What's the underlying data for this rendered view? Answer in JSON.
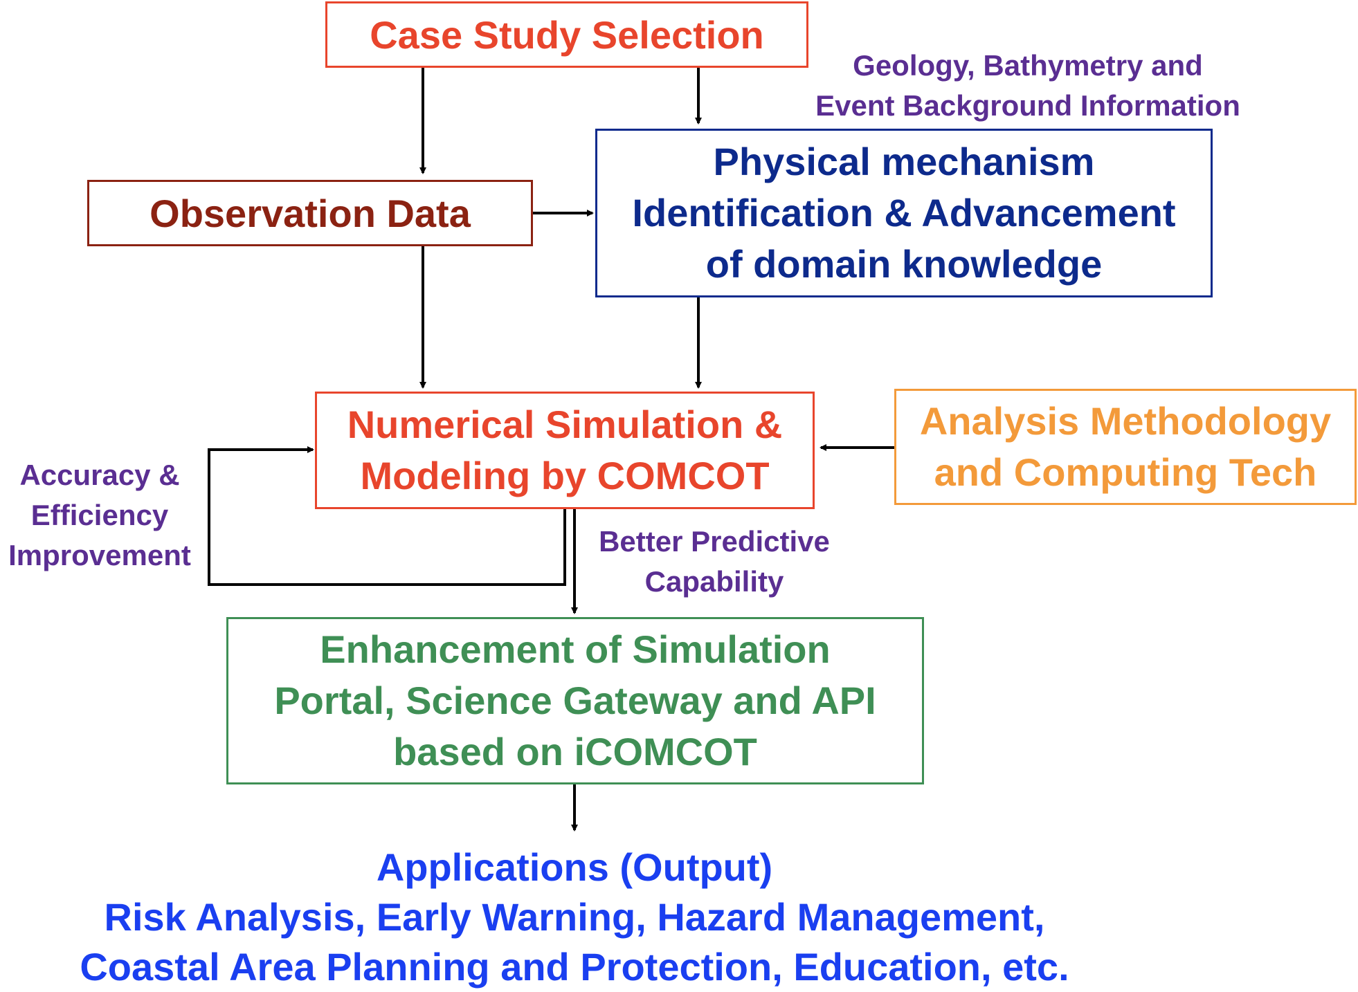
{
  "colors": {
    "case_study": "#e8452c",
    "observation": "#8b2212",
    "physical": "#0d2a8c",
    "numerical": "#e8452c",
    "analysis": "#f39a3a",
    "enhancement": "#3f8f55",
    "applications": "#1a3ff0",
    "annotation": "#5a2e92",
    "arrow": "#000000"
  },
  "boxes": {
    "case_study": {
      "lines": [
        "Case Study Selection"
      ]
    },
    "observation": {
      "lines": [
        "Observation Data"
      ]
    },
    "physical": {
      "lines": [
        "Physical mechanism",
        "Identification & Advancement",
        "of domain knowledge"
      ]
    },
    "numerical": {
      "lines": [
        "Numerical Simulation &",
        "Modeling by COMCOT"
      ]
    },
    "analysis": {
      "lines": [
        "Analysis Methodology",
        "and Computing Tech"
      ]
    },
    "enhancement": {
      "lines": [
        "Enhancement of Simulation",
        "Portal, Science Gateway and API",
        "based on iCOMCOT"
      ]
    }
  },
  "annotations": {
    "geology": [
      "Geology, Bathymetry and",
      "Event Background Information"
    ],
    "accuracy": [
      "Accuracy &",
      "Efficiency",
      "Improvement"
    ],
    "predictive": [
      "Better Predictive",
      "Capability"
    ]
  },
  "applications": {
    "title": "Applications (Output)",
    "lines": [
      "Risk Analysis, Early Warning, Hazard Management,",
      "Coastal Area Planning and Protection, Education, etc."
    ]
  }
}
